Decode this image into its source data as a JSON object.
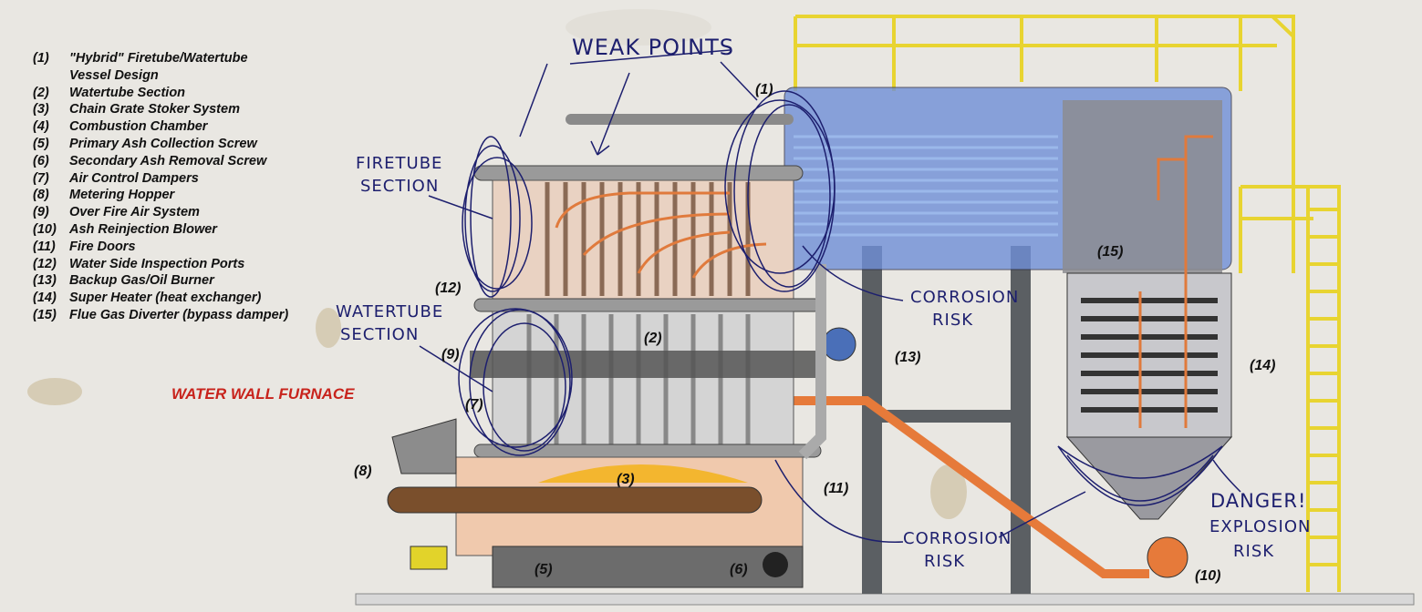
{
  "legend": [
    {
      "num": "(1)",
      "text": "\"Hybrid\" Firetube/Watertube",
      "text2": "Vessel Design"
    },
    {
      "num": "(2)",
      "text": "Watertube Section"
    },
    {
      "num": "(3)",
      "text": "Chain Grate Stoker System"
    },
    {
      "num": "(4)",
      "text": "Combustion Chamber"
    },
    {
      "num": "(5)",
      "text": "Primary Ash Collection Screw"
    },
    {
      "num": "(6)",
      "text": "Secondary Ash Removal Screw"
    },
    {
      "num": "(7)",
      "text": "Air Control Dampers"
    },
    {
      "num": "(8)",
      "text": "Metering Hopper"
    },
    {
      "num": "(9)",
      "text": "Over Fire Air System"
    },
    {
      "num": "(10)",
      "text": "Ash Reinjection Blower"
    },
    {
      "num": "(11)",
      "text": "Fire Doors"
    },
    {
      "num": "(12)",
      "text": "Water Side Inspection Ports"
    },
    {
      "num": "(13)",
      "text": "Backup Gas/Oil Burner"
    },
    {
      "num": "(14)",
      "text": "Super Heater  (heat exchanger)"
    },
    {
      "num": "(15)",
      "text": "Flue Gas Diverter  (bypass damper)"
    }
  ],
  "title": "WATER WALL FURNACE",
  "callouts": {
    "c1": "(1)",
    "c2": "(2)",
    "c3": "(3)",
    "c5": "(5)",
    "c6": "(6)",
    "c7": "(7)",
    "c8": "(8)",
    "c9": "(9)",
    "c10": "(10)",
    "c11": "(11)",
    "c12": "(12)",
    "c13": "(13)",
    "c14": "(14)",
    "c15": "(15)"
  },
  "annotations": {
    "weak_points": "WEAK POINTS",
    "firetube_1": "FIRETUBE",
    "firetube_2": "SECTION",
    "watertube_1": "WATERTUBE",
    "watertube_2": "SECTION",
    "corrosion_top_1": "CORROSION",
    "corrosion_top_2": "RISK",
    "corrosion_bottom_1": "CORROSION",
    "corrosion_bottom_2": "RISK",
    "danger_1": "DANGER!",
    "danger_2": "EXPLOSION",
    "danger_3": "RISK"
  },
  "colors": {
    "ink": "#1d1f6e",
    "vessel": "#6f8fd8",
    "railing": "#e8d431",
    "flame": "#e07a3c",
    "title_red": "#c8231c"
  }
}
